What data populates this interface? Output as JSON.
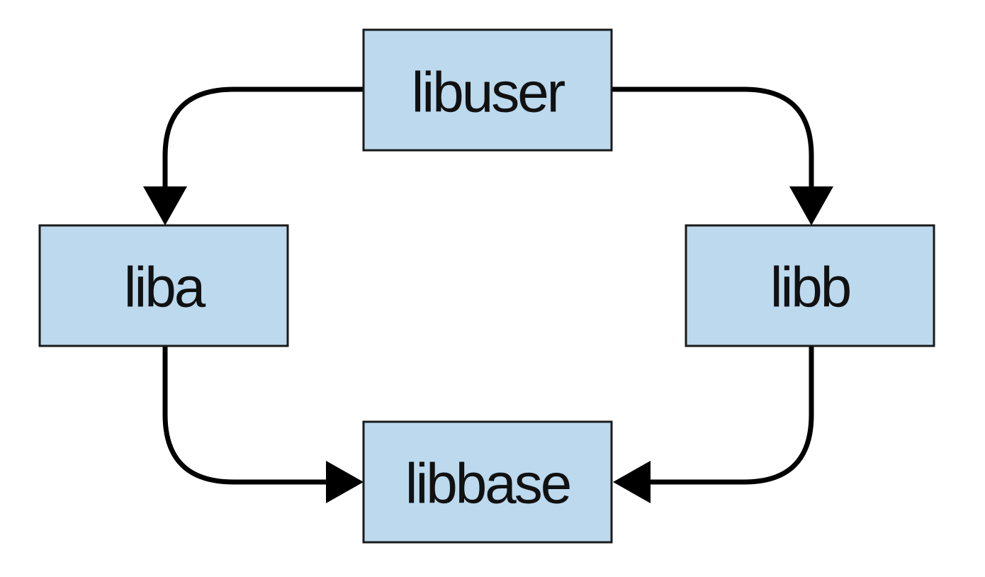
{
  "nodes": {
    "libuser": "libuser",
    "liba": "liba",
    "libb": "libb",
    "libbase": "libbase"
  },
  "edges": [
    {
      "from": "libuser",
      "to": "liba"
    },
    {
      "from": "libuser",
      "to": "libb"
    },
    {
      "from": "liba",
      "to": "libbase"
    },
    {
      "from": "libb",
      "to": "libbase"
    }
  ],
  "colors": {
    "node_fill": "#bcd9ee",
    "node_border": "#1a1a1a",
    "edge": "#000000",
    "background": "#ffffff"
  }
}
